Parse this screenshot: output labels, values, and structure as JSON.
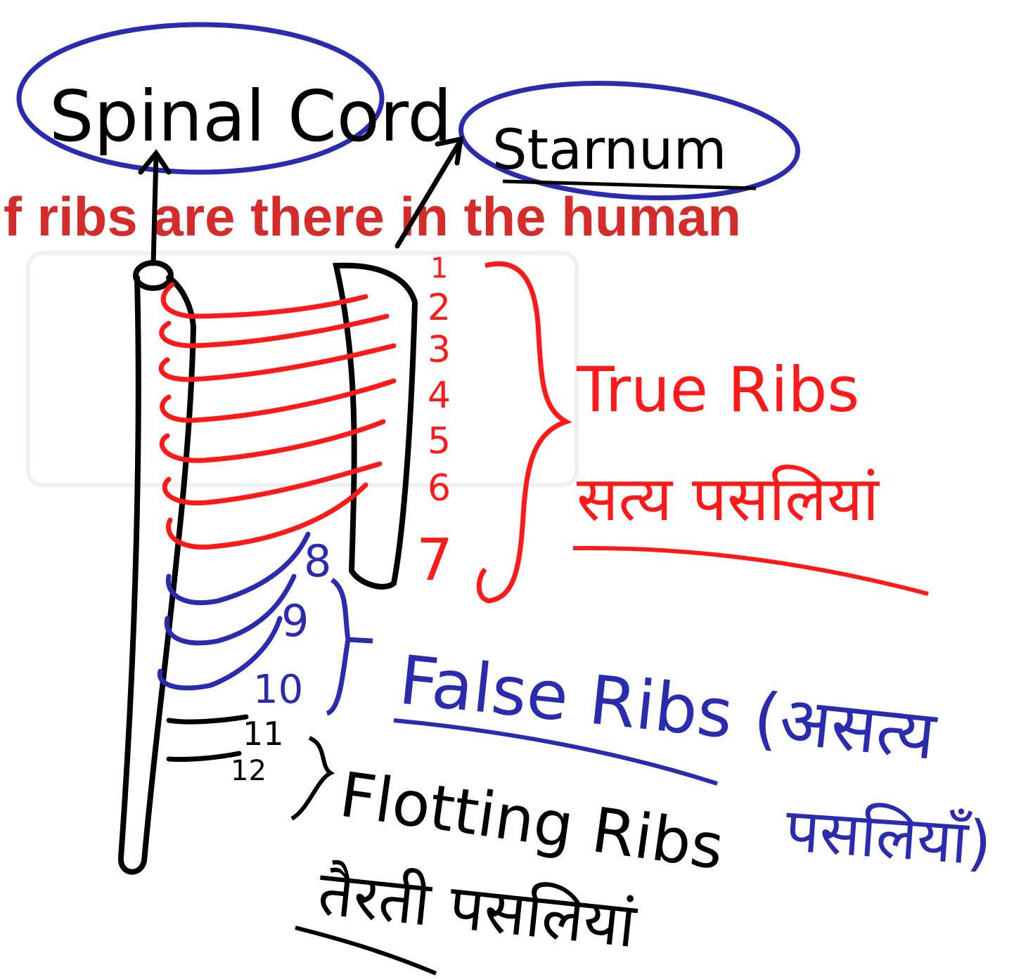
{
  "background_question": {
    "text": "f ribs are there in the human",
    "color": "#d42b2b"
  },
  "labels": {
    "spinal_cord": "Spinal Cord",
    "sternum": "Starnum",
    "true_ribs_en": "True Ribs",
    "true_ribs_hi": "सत्य पसलियां",
    "false_ribs_en": "False Ribs (असत्य",
    "false_ribs_hi": "पसलियाँ)",
    "floating_ribs_en": "Flotting Ribs",
    "floating_ribs_hi": "तैरती पसलियां"
  },
  "rib_numbers": [
    "1",
    "2",
    "3",
    "4",
    "5",
    "6",
    "7",
    "8",
    "9",
    "10",
    "11",
    "12"
  ],
  "colors": {
    "true_ribs": "#ff1a1a",
    "false_ribs": "#2b2bb0",
    "floating_ribs": "#000000",
    "outline": "#000000",
    "circle": "#2b2bb0"
  }
}
